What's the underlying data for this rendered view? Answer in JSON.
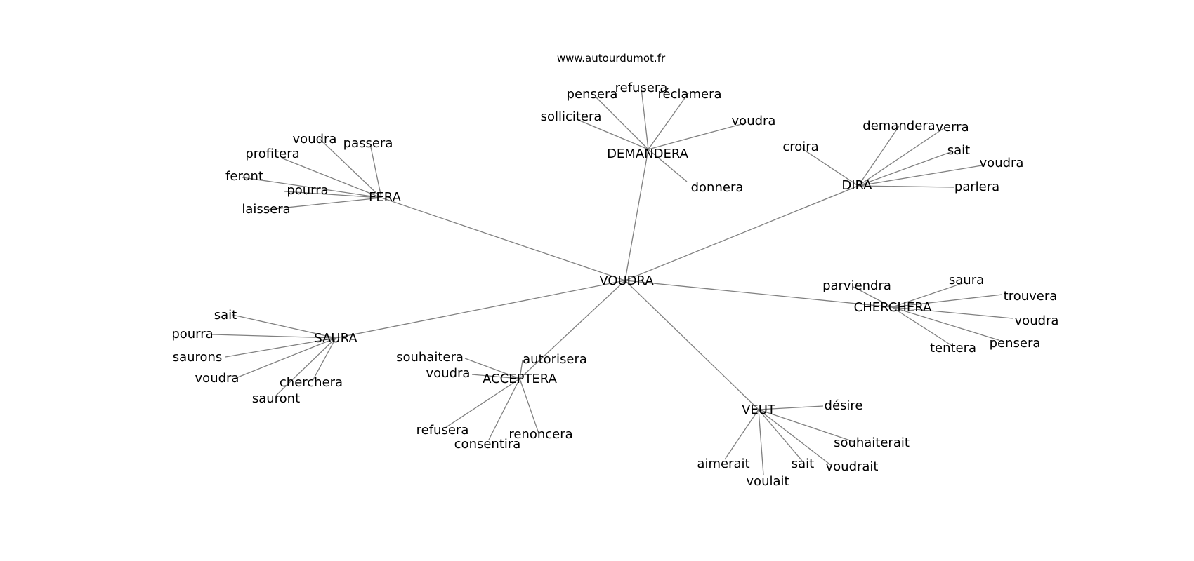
{
  "source": "www.autourdumot.fr",
  "center": "VOUDRA",
  "hubs": [
    {
      "key": "dem",
      "label": "DEMANDERA",
      "words": [
        "pensera",
        "refusera",
        "réclamera",
        "sollicitera",
        "voudra",
        "donnera"
      ]
    },
    {
      "key": "dira",
      "label": "DIRA",
      "words": [
        "demandera",
        "verra",
        "croira",
        "sait",
        "voudra",
        "parlera"
      ]
    },
    {
      "key": "fera",
      "label": "FERA",
      "words": [
        "voudra",
        "passera",
        "profitera",
        "feront",
        "pourra",
        "laissera"
      ]
    },
    {
      "key": "cher",
      "label": "CHERCHERA",
      "words": [
        "parviendra",
        "saura",
        "trouvera",
        "voudra",
        "pensera",
        "tentera"
      ]
    },
    {
      "key": "saura",
      "label": "SAURA",
      "words": [
        "sait",
        "pourra",
        "saurons",
        "voudra",
        "cherchera",
        "sauront"
      ]
    },
    {
      "key": "acc",
      "label": "ACCEPTERA",
      "words": [
        "souhaitera",
        "autorisera",
        "voudra",
        "refusera",
        "consentira",
        "renoncera"
      ]
    },
    {
      "key": "veut",
      "label": "VEUT",
      "words": [
        "désire",
        "souhaiterait",
        "aimerait",
        "sait",
        "voudrait",
        "voulait"
      ]
    }
  ]
}
